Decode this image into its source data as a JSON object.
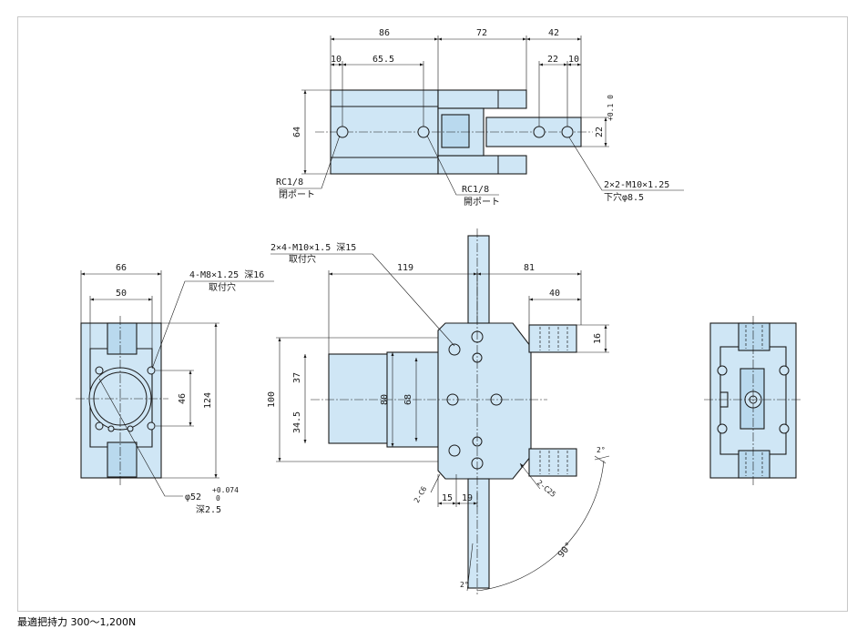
{
  "top_view": {
    "dims": [
      "86",
      "72",
      "42",
      "10",
      "65.5",
      "22",
      "10",
      "64",
      "22"
    ],
    "tol": "+0.1\n0",
    "port_left": {
      "code": "RC1/8",
      "label": "閉ポート"
    },
    "port_right": {
      "code": "RC1/8",
      "label": "開ポート"
    },
    "tap": {
      "spec": "2×2-M10×1.25",
      "hole": "下穴φ8.5"
    }
  },
  "left_view": {
    "dims": [
      "66",
      "50",
      "46",
      "124"
    ],
    "tap": {
      "spec": "4-M8×1.25 深16",
      "label": "取付穴"
    },
    "bore": {
      "dia": "φ52",
      "tol_upper": "+0.074",
      "tol_lower": "0",
      "depth": "深2.5"
    }
  },
  "front_view": {
    "tap": {
      "spec": "2×4-M10×1.5 深15",
      "label": "取付穴"
    },
    "dims": [
      "119",
      "81",
      "40",
      "16",
      "100",
      "37",
      "34.5",
      "80",
      "68",
      "15",
      "19"
    ],
    "chamfer_left": "2-C6",
    "chamfer_right": "2-C25",
    "angle_open": "2°",
    "angle_swing": "90°",
    "angle_close": "2°"
  },
  "caption": "最適把持力 300～1,200N"
}
